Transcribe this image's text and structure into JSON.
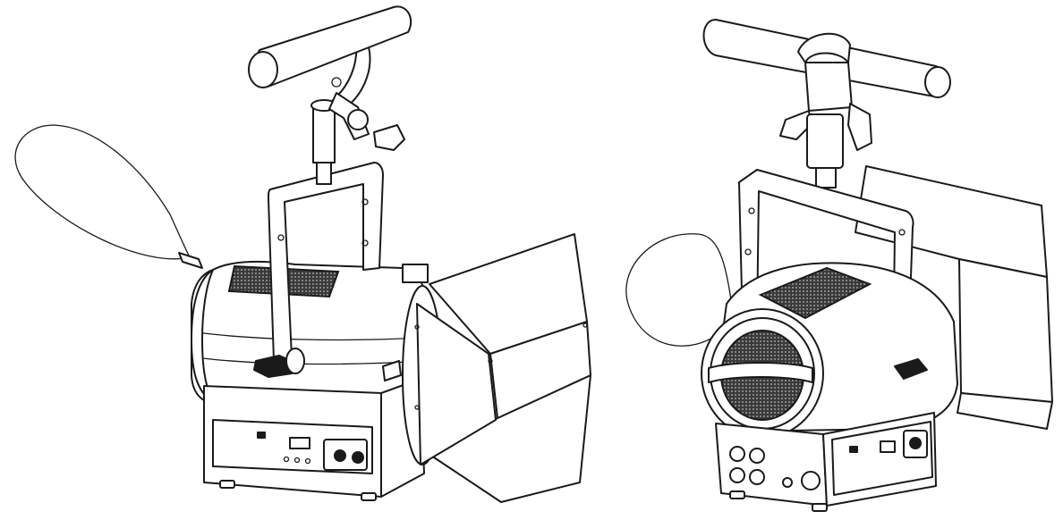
{
  "figure": {
    "views": [
      {
        "id": "left",
        "subject": "fresnel-light-side-view"
      },
      {
        "id": "right",
        "subject": "fresnel-light-front-view"
      }
    ],
    "colors": {
      "line": "#1a1a1a",
      "background": "#ffffff"
    }
  }
}
